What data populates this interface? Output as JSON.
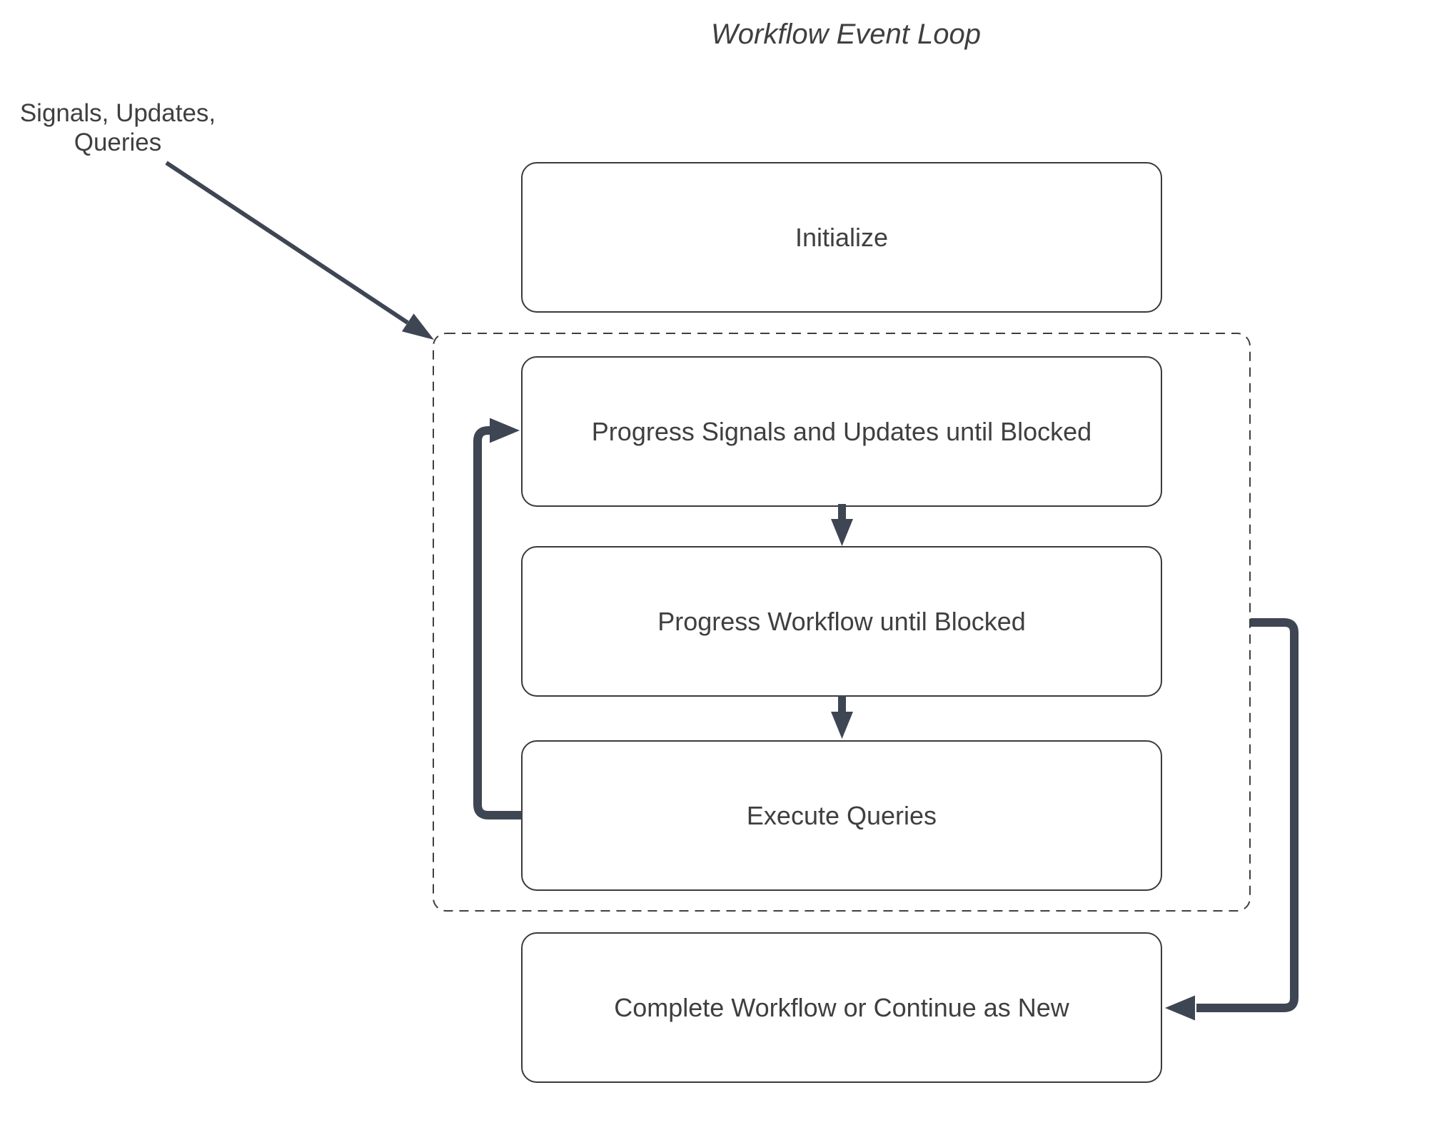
{
  "diagram": {
    "title": "Workflow Event Loop",
    "external_input": {
      "lines": [
        "Signals, Updates,",
        "Queries"
      ]
    },
    "nodes": [
      {
        "id": "initialize",
        "label": "Initialize"
      },
      {
        "id": "progress-signals",
        "label": "Progress Signals and Updates until Blocked"
      },
      {
        "id": "progress-workflow",
        "label": "Progress Workflow until Blocked"
      },
      {
        "id": "execute-queries",
        "label": "Execute Queries"
      },
      {
        "id": "complete-workflow",
        "label": "Complete Workflow or Continue as New"
      }
    ],
    "containers": [
      {
        "id": "event-loop-boundary",
        "style": "dashed",
        "contains": [
          "progress-signals",
          "progress-workflow",
          "execute-queries"
        ]
      }
    ],
    "edges": [
      {
        "from": "external-input",
        "to": "event-loop-boundary",
        "type": "diagonal-arrow"
      },
      {
        "from": "progress-signals",
        "to": "progress-workflow",
        "type": "down-arrow"
      },
      {
        "from": "progress-workflow",
        "to": "execute-queries",
        "type": "down-arrow"
      },
      {
        "from": "execute-queries",
        "to": "progress-signals",
        "type": "loop-back-arrow"
      },
      {
        "from": "event-loop-boundary",
        "to": "complete-workflow",
        "type": "exit-arrow"
      }
    ],
    "colors": {
      "arrow": "#3e4553",
      "node_border": "#3a3a3a",
      "boundary_border": "#3f3f3f",
      "text": "#3f3f3f",
      "background": "#ffffff"
    }
  }
}
